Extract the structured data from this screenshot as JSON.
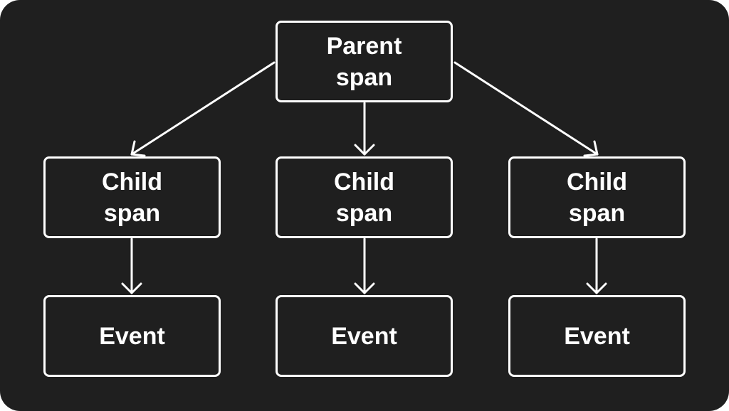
{
  "diagram": {
    "nodes": {
      "parent": {
        "label": "Parent\nspan"
      },
      "child_1": {
        "label": "Child\nspan"
      },
      "child_2": {
        "label": "Child\nspan"
      },
      "child_3": {
        "label": "Child\nspan"
      },
      "event_1": {
        "label": "Event"
      },
      "event_2": {
        "label": "Event"
      },
      "event_3": {
        "label": "Event"
      }
    },
    "edges": [
      {
        "from": "parent",
        "to": "child_1"
      },
      {
        "from": "parent",
        "to": "child_2"
      },
      {
        "from": "parent",
        "to": "child_3"
      },
      {
        "from": "child_1",
        "to": "event_1"
      },
      {
        "from": "child_2",
        "to": "event_2"
      },
      {
        "from": "child_3",
        "to": "event_3"
      }
    ],
    "colors": {
      "background": "#1f1f1f",
      "stroke": "#ffffff",
      "text": "#ffffff"
    }
  }
}
